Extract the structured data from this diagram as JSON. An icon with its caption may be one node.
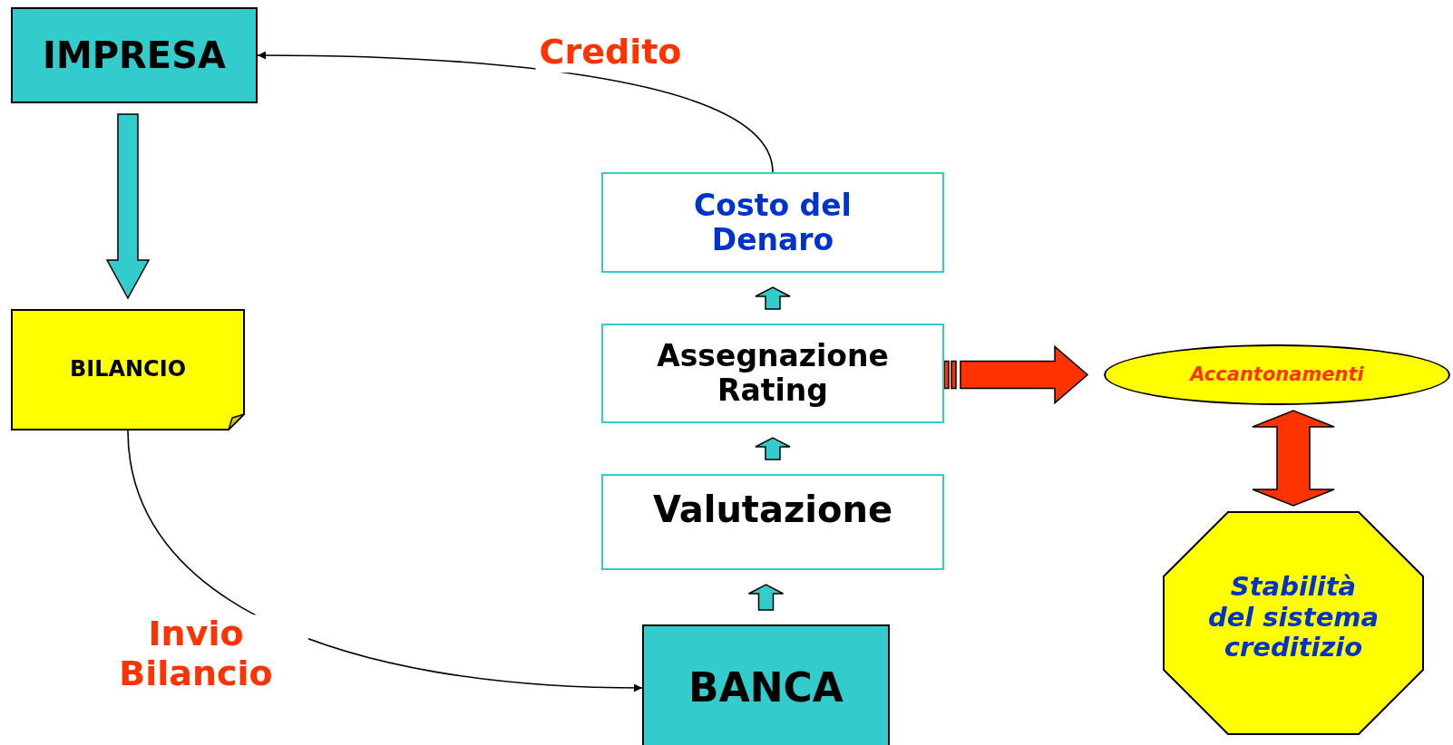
{
  "diagram": {
    "nodes": [
      {
        "text": [
          "IMPRESA"
        ]
      },
      {
        "text": [
          "BILANCIO"
        ]
      },
      {
        "text": [
          "BANCA"
        ]
      },
      {
        "text": [
          "Valutazione"
        ]
      },
      {
        "text": [
          "Assegnazione Rating"
        ]
      },
      {
        "text": [
          "Costo del Denaro"
        ]
      },
      {
        "text": [
          "Accantonamenti"
        ]
      },
      {
        "text": [
          "Stabilità del sistema creditizio"
        ]
      }
    ],
    "edges": [
      {
        "from": 0,
        "to": 1,
        "arrow": "to",
        "style": "thick"
      },
      {
        "from": 1,
        "to": 2,
        "arrow": "to",
        "label": "Invio Bilancio",
        "color": "#000000"
      },
      {
        "from": 2,
        "to": 3,
        "arrow": "to",
        "style": "thick"
      },
      {
        "from": 3,
        "to": 4,
        "arrow": "to",
        "style": "thick"
      },
      {
        "from": 4,
        "to": 5,
        "arrow": "to",
        "style": "thick"
      },
      {
        "from": 5,
        "to": 0,
        "arrow": "to",
        "label": "Credito",
        "color": "#000000"
      },
      {
        "from": 4,
        "to": 6,
        "arrow": "to",
        "style": "thick",
        "color": "#ff3300"
      },
      {
        "from": 6,
        "to": 7,
        "arrow": "both",
        "style": "thick",
        "color": "#ff3300"
      }
    ]
  }
}
